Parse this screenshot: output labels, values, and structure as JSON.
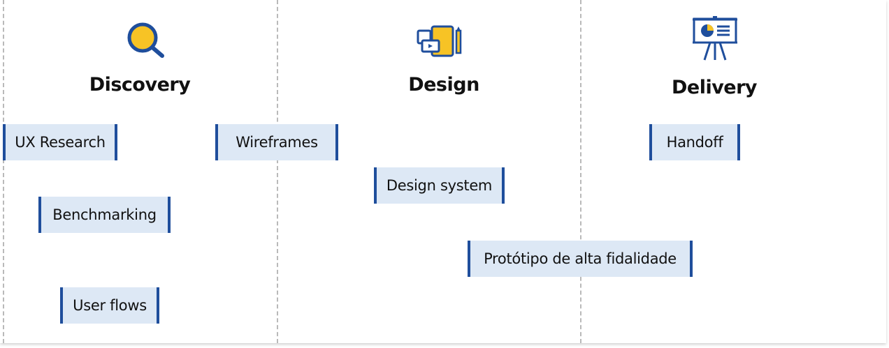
{
  "phases": [
    {
      "title": "Discovery",
      "icon": "magnifier-icon"
    },
    {
      "title": "Design",
      "icon": "devices-pencil-icon"
    },
    {
      "title": "Delivery",
      "icon": "presentation-board-icon"
    }
  ],
  "tags": {
    "ux_research": "UX Research",
    "benchmarking": "Benchmarking",
    "user_flows": "User flows",
    "wireframes": "Wireframes",
    "design_system": "Design system",
    "prototipo": "Protótipo de alta fidalidade",
    "handoff": "Handoff"
  },
  "colors": {
    "accent_blue": "#1f4e9c",
    "accent_yellow": "#f7c325",
    "tag_background": "#dde8f5",
    "divider": "#b9b9b9"
  }
}
